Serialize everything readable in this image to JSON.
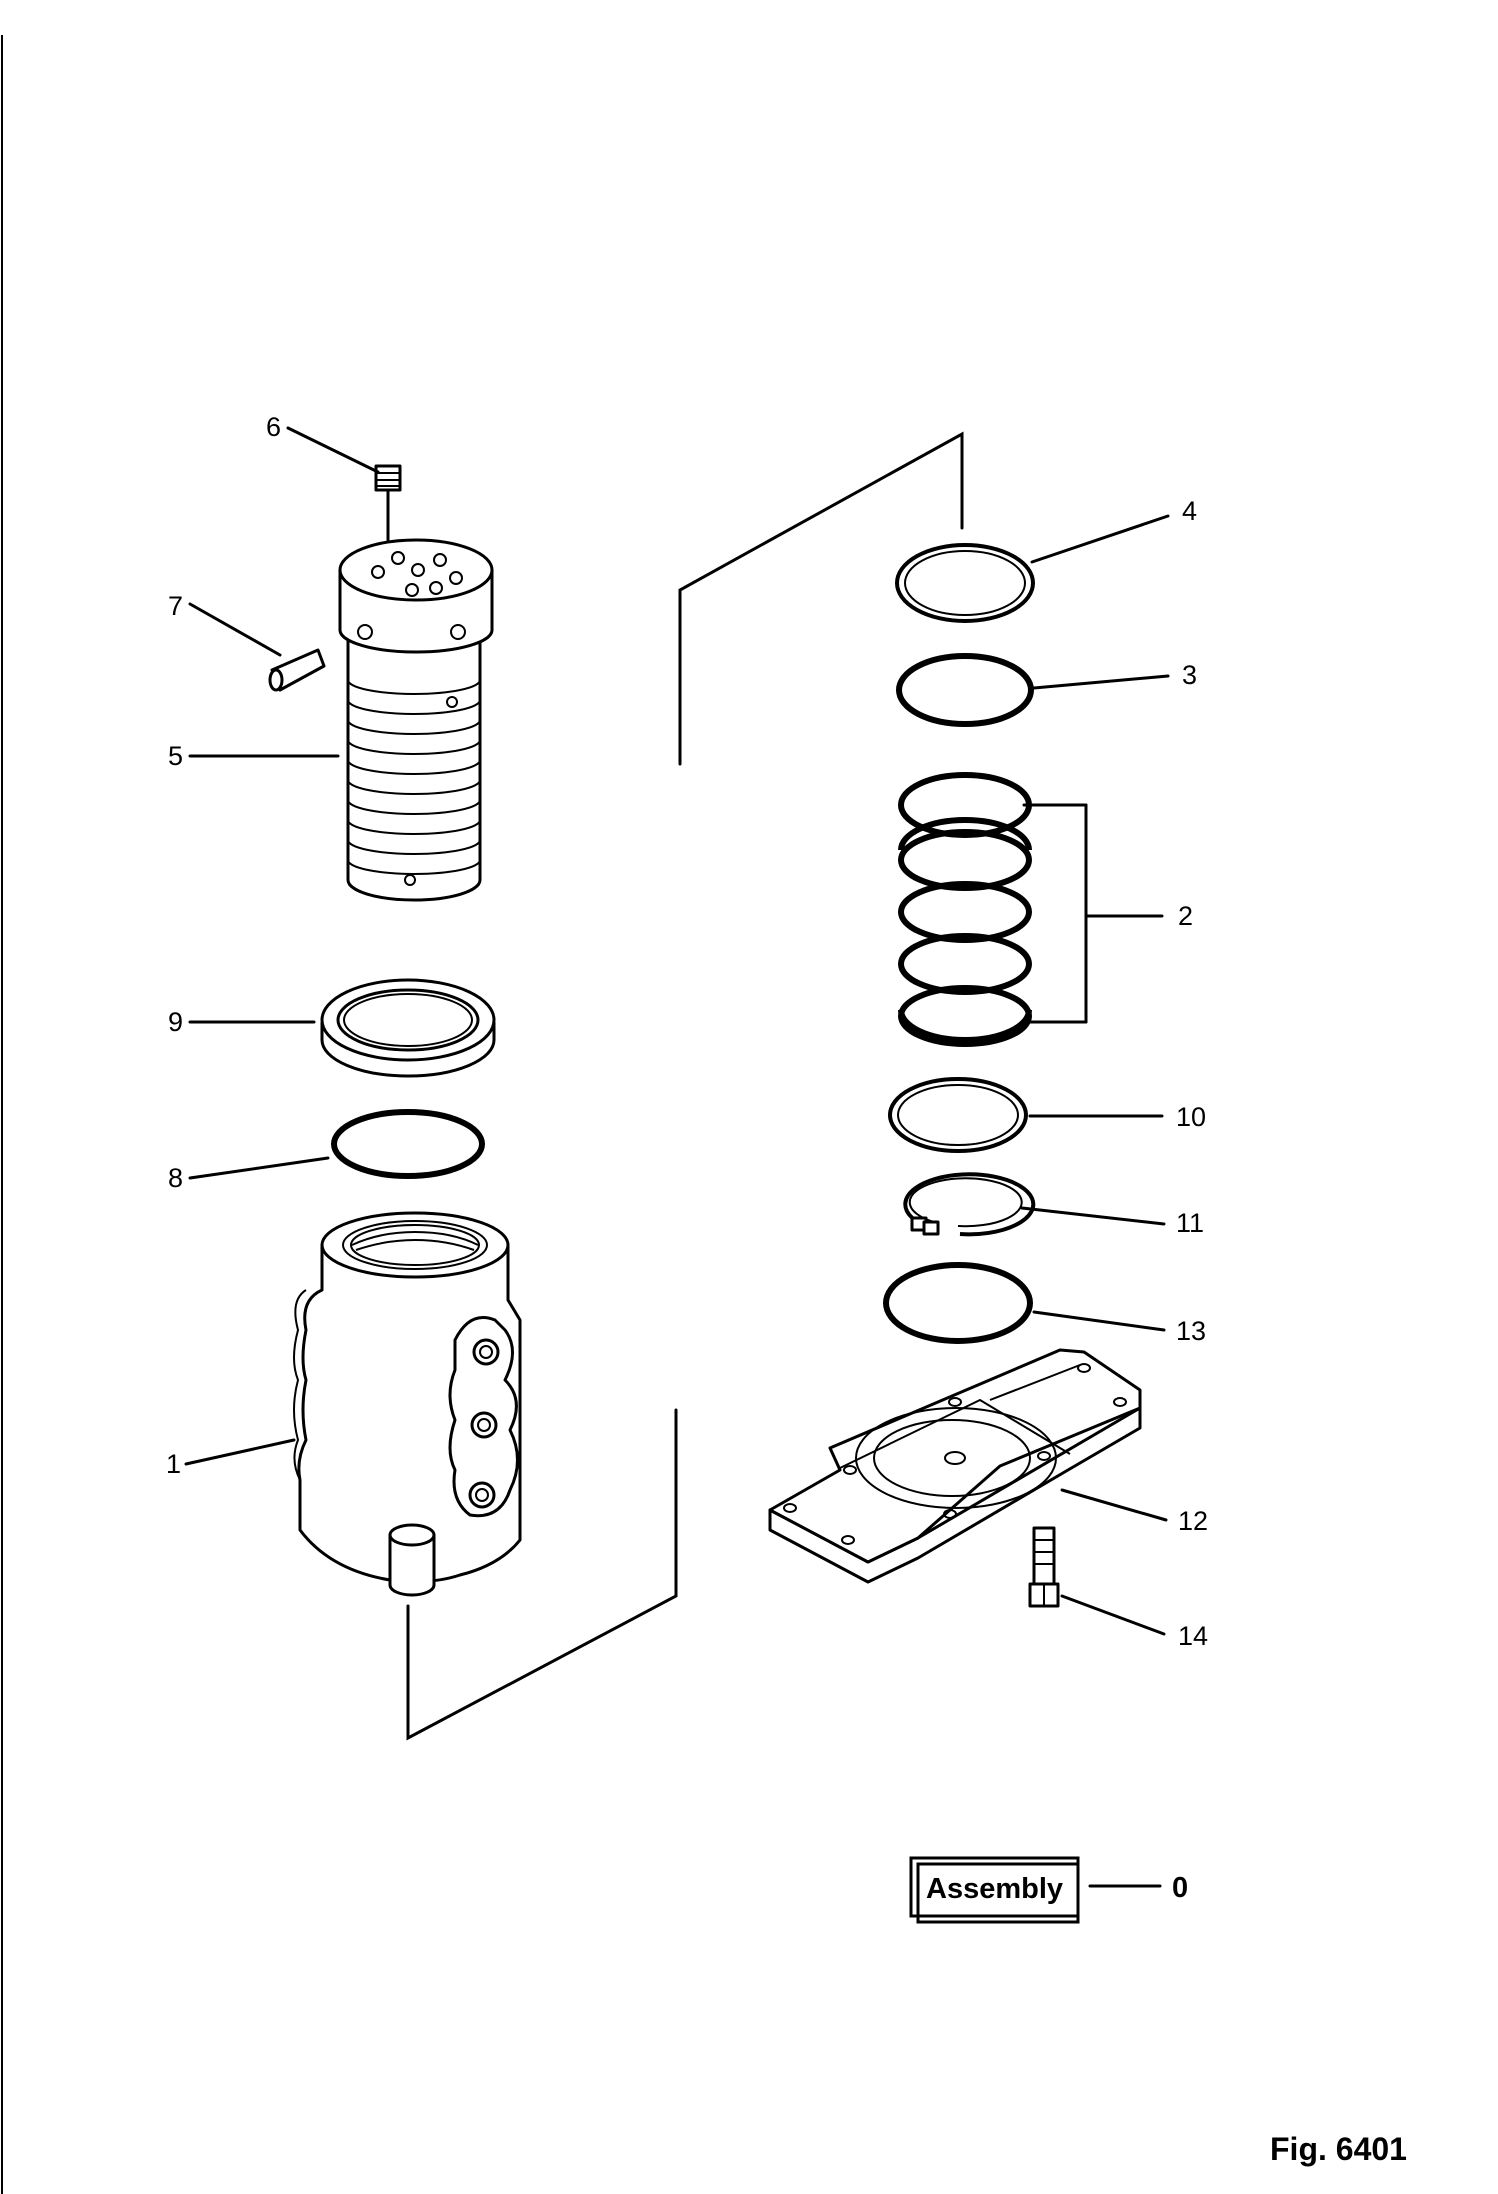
{
  "figure": {
    "number_label": "Fig. 6401",
    "assembly_label": "Assembly",
    "assembly_number": "0"
  },
  "parts": [
    {
      "ref": "1"
    },
    {
      "ref": "2"
    },
    {
      "ref": "3"
    },
    {
      "ref": "4"
    },
    {
      "ref": "5"
    },
    {
      "ref": "6"
    },
    {
      "ref": "7"
    },
    {
      "ref": "8"
    },
    {
      "ref": "9"
    },
    {
      "ref": "10"
    },
    {
      "ref": "11"
    },
    {
      "ref": "12"
    },
    {
      "ref": "13"
    },
    {
      "ref": "14"
    }
  ]
}
